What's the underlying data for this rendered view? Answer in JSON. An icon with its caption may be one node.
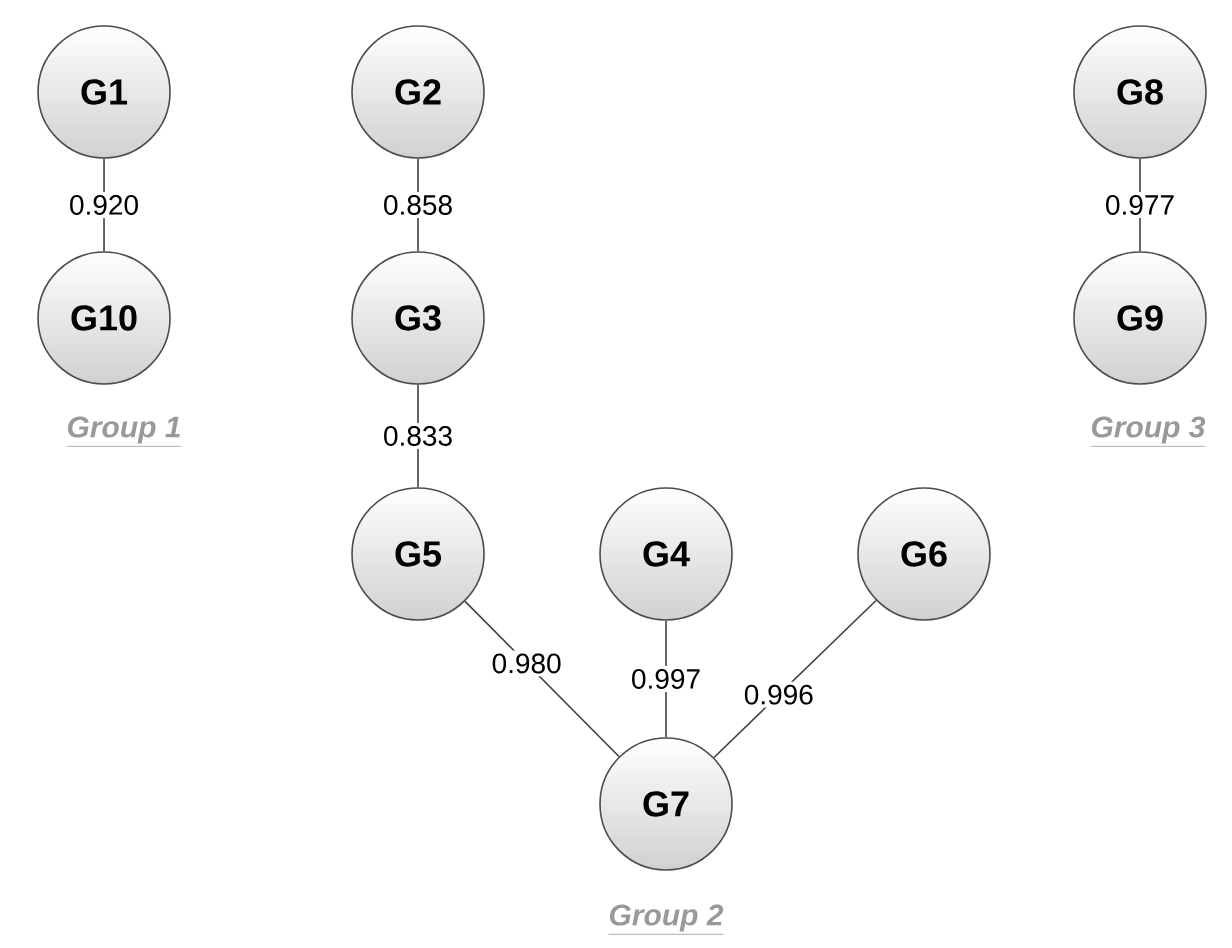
{
  "diagram": {
    "nodes": [
      {
        "text": [
          "G1"
        ]
      },
      {
        "text": [
          "G10"
        ]
      },
      {
        "text": [
          "G2"
        ]
      },
      {
        "text": [
          "G3"
        ]
      },
      {
        "text": [
          "G5"
        ]
      },
      {
        "text": [
          "G4"
        ]
      },
      {
        "text": [
          "G6"
        ]
      },
      {
        "text": [
          "G7"
        ]
      },
      {
        "text": [
          "G8"
        ]
      },
      {
        "text": [
          "G9"
        ]
      }
    ],
    "edges": [
      {
        "from": 0,
        "to": 1,
        "arrow": "none",
        "label": "0.920"
      },
      {
        "from": 2,
        "to": 3,
        "arrow": "none",
        "label": "0.858"
      },
      {
        "from": 3,
        "to": 4,
        "arrow": "none",
        "label": "0.833"
      },
      {
        "from": 4,
        "to": 7,
        "arrow": "none",
        "label": "0.980"
      },
      {
        "from": 5,
        "to": 7,
        "arrow": "none",
        "label": "0.997"
      },
      {
        "from": 6,
        "to": 7,
        "arrow": "none",
        "label": "0.996"
      },
      {
        "from": 8,
        "to": 9,
        "arrow": "none",
        "label": "0.977"
      }
    ],
    "labels": [
      "Group 1",
      "Group 3",
      "Group 2"
    ]
  }
}
